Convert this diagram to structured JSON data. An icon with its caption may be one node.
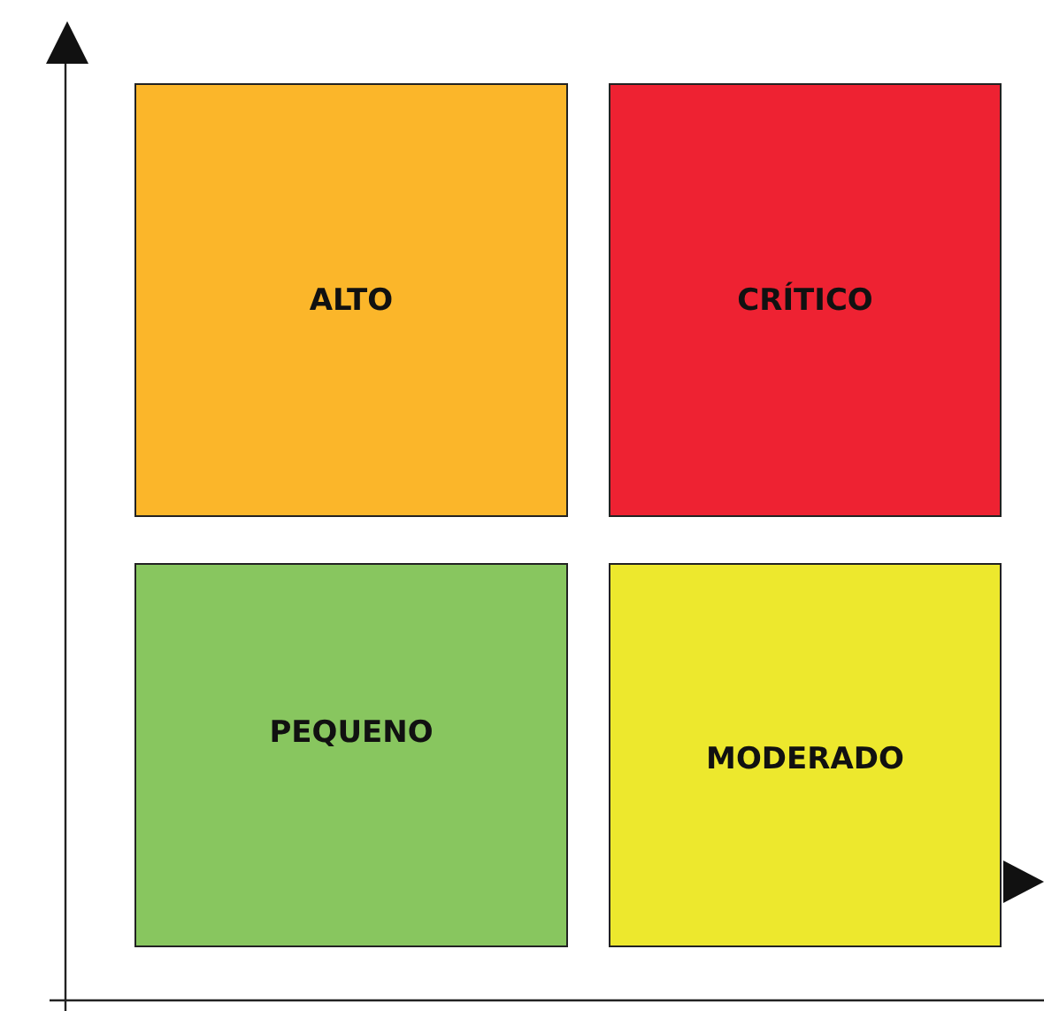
{
  "diagram": {
    "nodes": [
      {
        "text": [
          "ALTO"
        ]
      },
      {
        "text": [
          "CRÍTICO"
        ]
      },
      {
        "text": [
          "PEQUENO"
        ]
      },
      {
        "text": [
          "MODERADO"
        ]
      }
    ],
    "edges": []
  }
}
